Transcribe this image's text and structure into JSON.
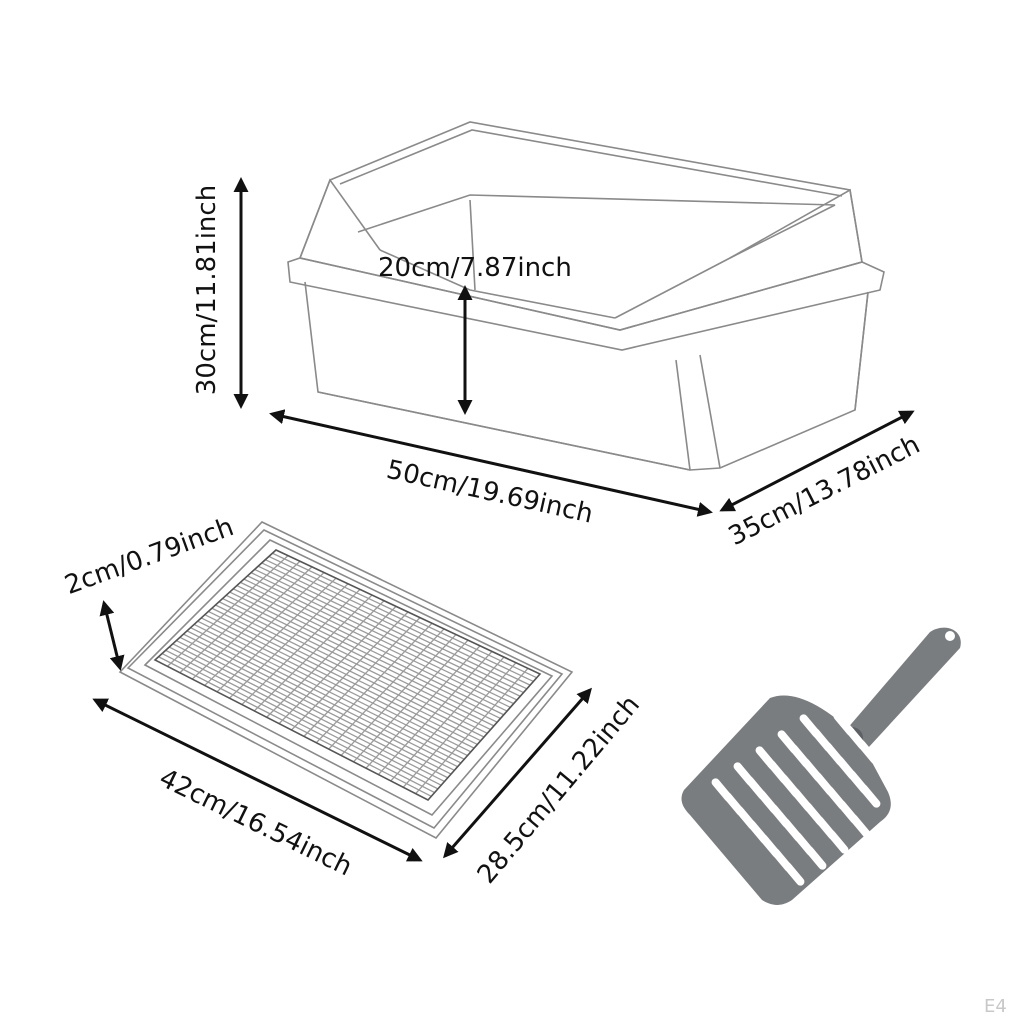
{
  "dimensions": {
    "box_height": "30cm/11.81inch",
    "entry_height": "20cm/7.87inch",
    "box_length": "50cm/19.69inch",
    "box_width": "35cm/13.78inch",
    "tray_height": "2cm/0.79inch",
    "tray_length": "42cm/16.54inch",
    "tray_width": "28.5cm/11.22inch"
  },
  "watermark": "E4",
  "colors": {
    "arrow": "#111111",
    "outline": "#8a8a8a",
    "scoop": "#7a7d80",
    "grid": "#9a9a9a"
  }
}
